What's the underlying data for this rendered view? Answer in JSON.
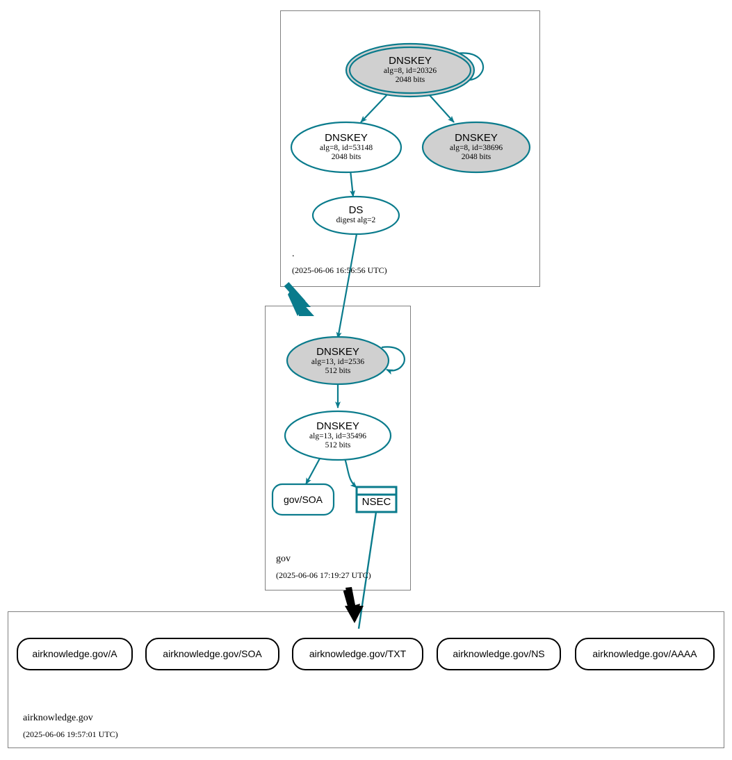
{
  "diagram": {
    "type": "dnssec-authentication-chain",
    "accent_color": "#0a7b8c",
    "insecure_color": "#000000",
    "zone_border_color": "#7f7f7f",
    "secure_key_fill": "#d0d0d0",
    "node_fill": "#ffffff"
  },
  "zones": [
    {
      "id": "root",
      "name": ".",
      "timestamp": "(2025-06-06 16:56:56 UTC)"
    },
    {
      "id": "gov",
      "name": "gov",
      "timestamp": "(2025-06-06 17:19:27 UTC)"
    },
    {
      "id": "airknowledge",
      "name": "airknowledge.gov",
      "timestamp": "(2025-06-06 19:57:01 UTC)"
    }
  ],
  "nodes": {
    "root_ksk": {
      "title": "DNSKEY",
      "line2": "alg=8, id=20326",
      "line3": "2048 bits"
    },
    "root_zsk": {
      "title": "DNSKEY",
      "line2": "alg=8, id=53148",
      "line3": "2048 bits"
    },
    "root_key3": {
      "title": "DNSKEY",
      "line2": "alg=8, id=38696",
      "line3": "2048 bits"
    },
    "root_ds": {
      "title": "DS",
      "line2": "digest alg=2"
    },
    "gov_ksk": {
      "title": "DNSKEY",
      "line2": "alg=13, id=2536",
      "line3": "512 bits"
    },
    "gov_zsk": {
      "title": "DNSKEY",
      "line2": "alg=13, id=35496",
      "line3": "512 bits"
    },
    "gov_soa": {
      "label": "gov/SOA"
    },
    "gov_nsec": {
      "label": "NSEC"
    }
  },
  "rrsets": [
    {
      "label": "airknowledge.gov/A"
    },
    {
      "label": "airknowledge.gov/SOA"
    },
    {
      "label": "airknowledge.gov/TXT"
    },
    {
      "label": "airknowledge.gov/NS"
    },
    {
      "label": "airknowledge.gov/AAAA"
    }
  ]
}
